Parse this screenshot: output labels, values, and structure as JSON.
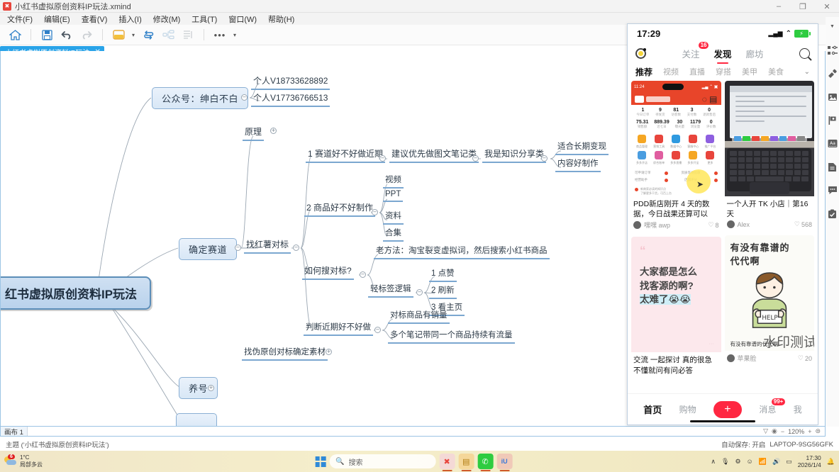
{
  "window": {
    "title": "小红书虚拟原创资料IP玩法.xmind",
    "app_icon": "xmind-icon",
    "minimize": "–",
    "maximize": "❐",
    "close": "✕"
  },
  "menubar": [
    {
      "label": "文件(F)",
      "name": "menu-file"
    },
    {
      "label": "编辑(E)",
      "name": "menu-edit"
    },
    {
      "label": "查看(V)",
      "name": "menu-view"
    },
    {
      "label": "插入(I)",
      "name": "menu-insert"
    },
    {
      "label": "修改(M)",
      "name": "menu-modify"
    },
    {
      "label": "工具(T)",
      "name": "menu-tools"
    },
    {
      "label": "窗口(W)",
      "name": "menu-window"
    },
    {
      "label": "帮助(H)",
      "name": "menu-help"
    }
  ],
  "toolbar": {
    "home": "home-icon",
    "save": "save-icon",
    "undo": "undo-icon",
    "redo": "redo-icon",
    "style": "style-icon",
    "style_caret": "▾",
    "swap": "swap-icon",
    "structure": "structure-icon",
    "outline": "outline-icon",
    "more": "•••",
    "more_caret": "▾"
  },
  "doc_tab": {
    "label": "小红书虚拟原创资料IP玩法",
    "close": "✕"
  },
  "mindmap": {
    "root": "红书虚拟原创资料IP玩法",
    "nodes": {
      "gongzhonghao": "公众号：绅白不白",
      "geren1": "个人V18733628892",
      "geren2": "个人V17736766513",
      "yuanli": "原理",
      "quedingsaidao": "确定赛道",
      "zhaohongshu": "找红薯对标",
      "n1": "1 赛道好不好做近期",
      "n1a": "建议优先做图文笔记类",
      "n1b": "我是知识分享类",
      "n1c1": "适合长期变现",
      "n1c2": "内容好制作",
      "n2": "2 商品好不好制作",
      "n2a": "视频",
      "n2b": "PPT",
      "n2c": "资料",
      "n2d": "合集",
      "n3": "如何搜对标?",
      "n3a": "老方法：淘宝裂变虚拟词，然后搜索小红书商品",
      "n3b": "轻标签逻辑",
      "n3b1": "1 点赞",
      "n3b2": "2 刷新",
      "n3b3": "3 看主页",
      "n4": "判断近期好不好做",
      "n4a": "对标商品有销量",
      "n4b": "多个笔记带同一个商品持续有流量",
      "n5": "找伪原创对标确定素材",
      "yanghao": "养号"
    }
  },
  "phone": {
    "status": {
      "time": "17:29",
      "signal": "signal-icon",
      "wifi": "wifi-icon",
      "battery": "⚡"
    },
    "nav": {
      "logo": "app-logo-icon",
      "tabs": [
        {
          "label": "关注",
          "badge": "16",
          "active": false
        },
        {
          "label": "发现",
          "badge": "",
          "active": true
        },
        {
          "label": "廊坊",
          "badge": "",
          "active": false
        }
      ],
      "search": "search-icon"
    },
    "subnav": {
      "items": [
        "推荐",
        "视频",
        "直播",
        "穿搭",
        "美甲",
        "美食"
      ],
      "active": "推荐",
      "chevron": "⌄"
    },
    "cards": [
      {
        "thumb": "pdd-dashboard",
        "title": "PDD新店刚开 4 天的数据，今日战果还算可以",
        "author": "嘿嘿 awp",
        "likes": "8",
        "like_icon": "heart-icon"
      },
      {
        "thumb": "laptop-photo",
        "title": "一个人开 TK 小店｜第16天",
        "author": "Alex",
        "likes": "568",
        "like_icon": "heart-icon"
      },
      {
        "thumb": "pink-quote",
        "quote_mark": "“",
        "thumb_lines": [
          "大家都是怎么",
          "找客源的啊?",
          "太难了"
        ],
        "thumb_emoji": "😭😭",
        "title": "交流 一起探讨 真的很急 不懂就问有问必答",
        "author": "",
        "likes": "",
        "like_icon": "heart-icon"
      },
      {
        "thumb": "help-illustration",
        "thumb_lines": [
          "有没有靠谱的",
          "代代啊"
        ],
        "thumb_sign": "HELP",
        "thumb_caption": "有没有靠谱的代代啊",
        "title": "",
        "author": "苹果脸",
        "likes": "20",
        "like_icon": "heart-icon"
      }
    ],
    "watermark": "水印测试",
    "tabbar": [
      {
        "label": "首页",
        "active": true,
        "badge": ""
      },
      {
        "label": "购物",
        "active": false,
        "badge": ""
      },
      {
        "label": "+",
        "active": false,
        "badge": "",
        "is_plus": true
      },
      {
        "label": "消息",
        "active": false,
        "badge": "99+"
      },
      {
        "label": "我",
        "active": false,
        "badge": ""
      }
    ]
  },
  "right_sidebar": [
    {
      "name": "format-panel-icon",
      "glyph": "☰"
    },
    {
      "name": "brush-icon",
      "glyph": "🖌"
    },
    {
      "name": "image-icon",
      "glyph": "🖼"
    },
    {
      "name": "flag-icon",
      "glyph": "⚑"
    },
    {
      "name": "text-style-icon",
      "glyph": "Aa"
    },
    {
      "name": "notes-icon",
      "glyph": "🗎"
    },
    {
      "name": "comment-icon",
      "glyph": "💬"
    },
    {
      "name": "task-icon",
      "glyph": "📋"
    }
  ],
  "canvas_tab": {
    "label": "画布 1",
    "filter_icon": "filter-icon",
    "eye_icon": "eye-icon",
    "zoom_out": "−",
    "zoom_level": "120%",
    "zoom_in": "+",
    "fit_icon": "fit-icon"
  },
  "status_bar": {
    "topic": "主题 (‘小红书虚拟原创资料IP玩法’)",
    "autosave": "自动保存: 开启",
    "device": "LAPTOP-9SG56GFK"
  },
  "taskbar": {
    "weather": {
      "temp": "1°C",
      "desc": "局部多云",
      "badge": "6"
    },
    "start": "windows-logo",
    "search_placeholder": "搜索",
    "search_icon": "search-icon",
    "apps": [
      {
        "name": "taskbar-app-xmind",
        "glyph": "✖",
        "color": "#e8453c",
        "running": true
      },
      {
        "name": "taskbar-app-explorer",
        "glyph": "📁",
        "color": "#f1ae2a",
        "running": true
      },
      {
        "name": "taskbar-app-wechat",
        "glyph": "💬",
        "color": "#2ecc40",
        "running": true
      },
      {
        "name": "taskbar-app-iu",
        "glyph": "iU",
        "color": "#3a79d8",
        "running": true
      }
    ],
    "tray": [
      "∧",
      "🎙",
      "⚙",
      "🙂",
      "📶",
      "🔊",
      "💻"
    ],
    "clock_time": "17:30",
    "clock_date": "2026/1/4"
  }
}
